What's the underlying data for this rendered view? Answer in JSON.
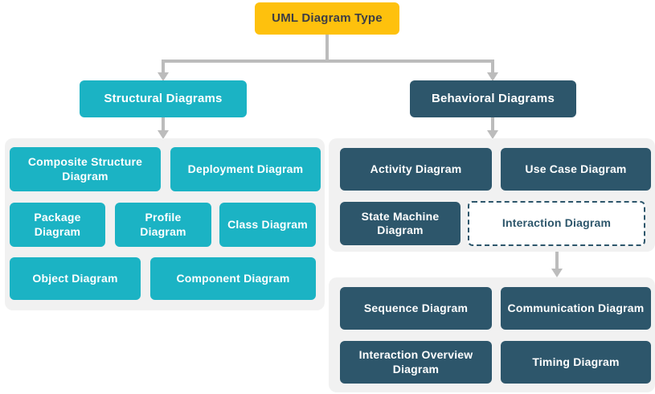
{
  "diagram": {
    "root": {
      "label": "UML Diagram Type"
    },
    "branches": {
      "structural": {
        "label": "Structural Diagrams"
      },
      "behavioral": {
        "label": "Behavioral Diagrams"
      }
    },
    "structural_group": {
      "items": [
        {
          "label": "Composite Structure Diagram"
        },
        {
          "label": "Deployment Diagram"
        },
        {
          "label": "Package Diagram"
        },
        {
          "label": "Profile Diagram"
        },
        {
          "label": "Class Diagram"
        },
        {
          "label": "Object Diagram"
        },
        {
          "label": "Component Diagram"
        }
      ]
    },
    "behavioral_group": {
      "items": [
        {
          "label": "Activity Diagram"
        },
        {
          "label": "Use Case Diagram"
        },
        {
          "label": "State Machine Diagram"
        },
        {
          "label": "Interaction Diagram",
          "style": "dashed-outline"
        }
      ]
    },
    "interaction_group": {
      "items": [
        {
          "label": "Sequence Diagram"
        },
        {
          "label": "Communication Diagram"
        },
        {
          "label": "Interaction Overview Diagram"
        },
        {
          "label": "Timing Diagram"
        }
      ]
    },
    "colors": {
      "root_fill": "#FEC10D",
      "root_text": "#3D3D45",
      "structural_fill": "#1BB3C4",
      "behavioral_fill": "#2D566B",
      "group_background": "#F1F1F1",
      "connector": "#BCBCBC",
      "node_text": "#FFFFFF"
    }
  }
}
